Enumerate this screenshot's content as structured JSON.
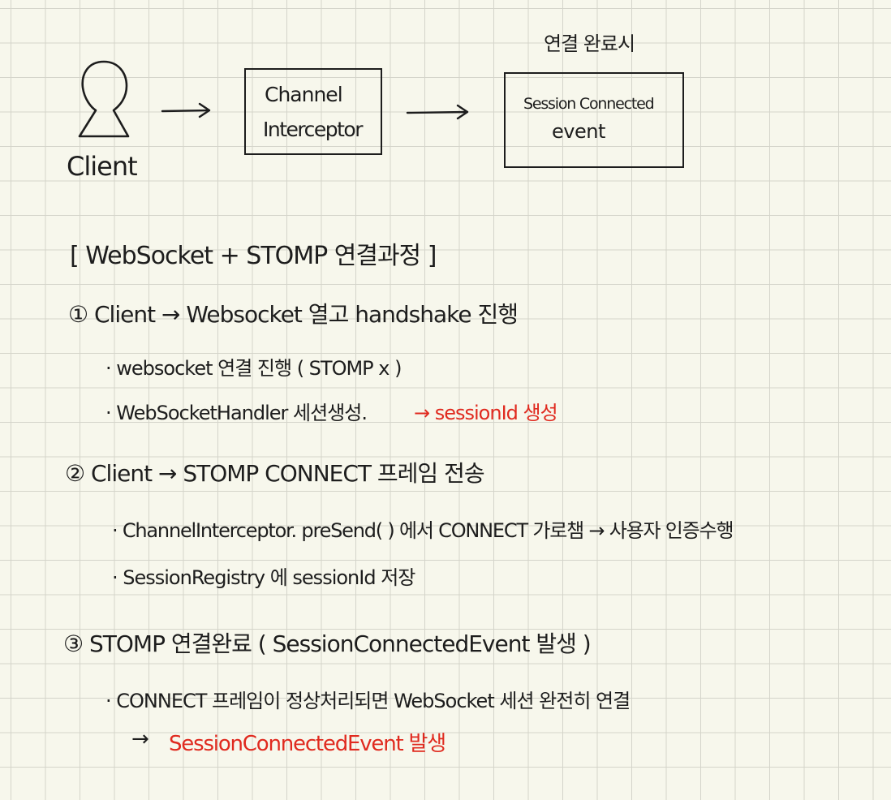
{
  "diagram": {
    "client_label": "Client",
    "box1_line1": "Channel",
    "box1_line2": "Interceptor",
    "box2_caption": "연결 완료시",
    "box2_line1": "Session Connected",
    "box2_line2": "event"
  },
  "notes": {
    "title": "[ WebSocket + STOMP 연결과정 ]",
    "step1": {
      "heading": "① Client → Websocket 열고 handshake 진행",
      "bullet1": "· websocket 연결 진행 ( STOMP x )",
      "bullet2": "· WebSocketHandler 세션생성.",
      "bullet2_red": "→ sessionId 생성"
    },
    "step2": {
      "heading": "② Client → STOMP   CONNECT 프레임 전송",
      "bullet1": "· ChannelInterceptor. preSend( ) 에서 CONNECT 가로챔 → 사용자 인증수행",
      "bullet2": "· SessionRegistry 에 sessionId 저장"
    },
    "step3": {
      "heading": "③ STOMP 연결완료 ( SessionConnectedEvent 발생 )",
      "bullet1": "· CONNECT 프레임이 정상처리되면 WebSocket 세션 완전히 연결",
      "arrow": "→",
      "result_red": "SessionConnectedEvent 발생"
    }
  },
  "colors": {
    "ink": "#1d1d1d",
    "highlight": "#e02a1f",
    "paper": "#f7f7ec",
    "grid": "#d4d4ca"
  }
}
